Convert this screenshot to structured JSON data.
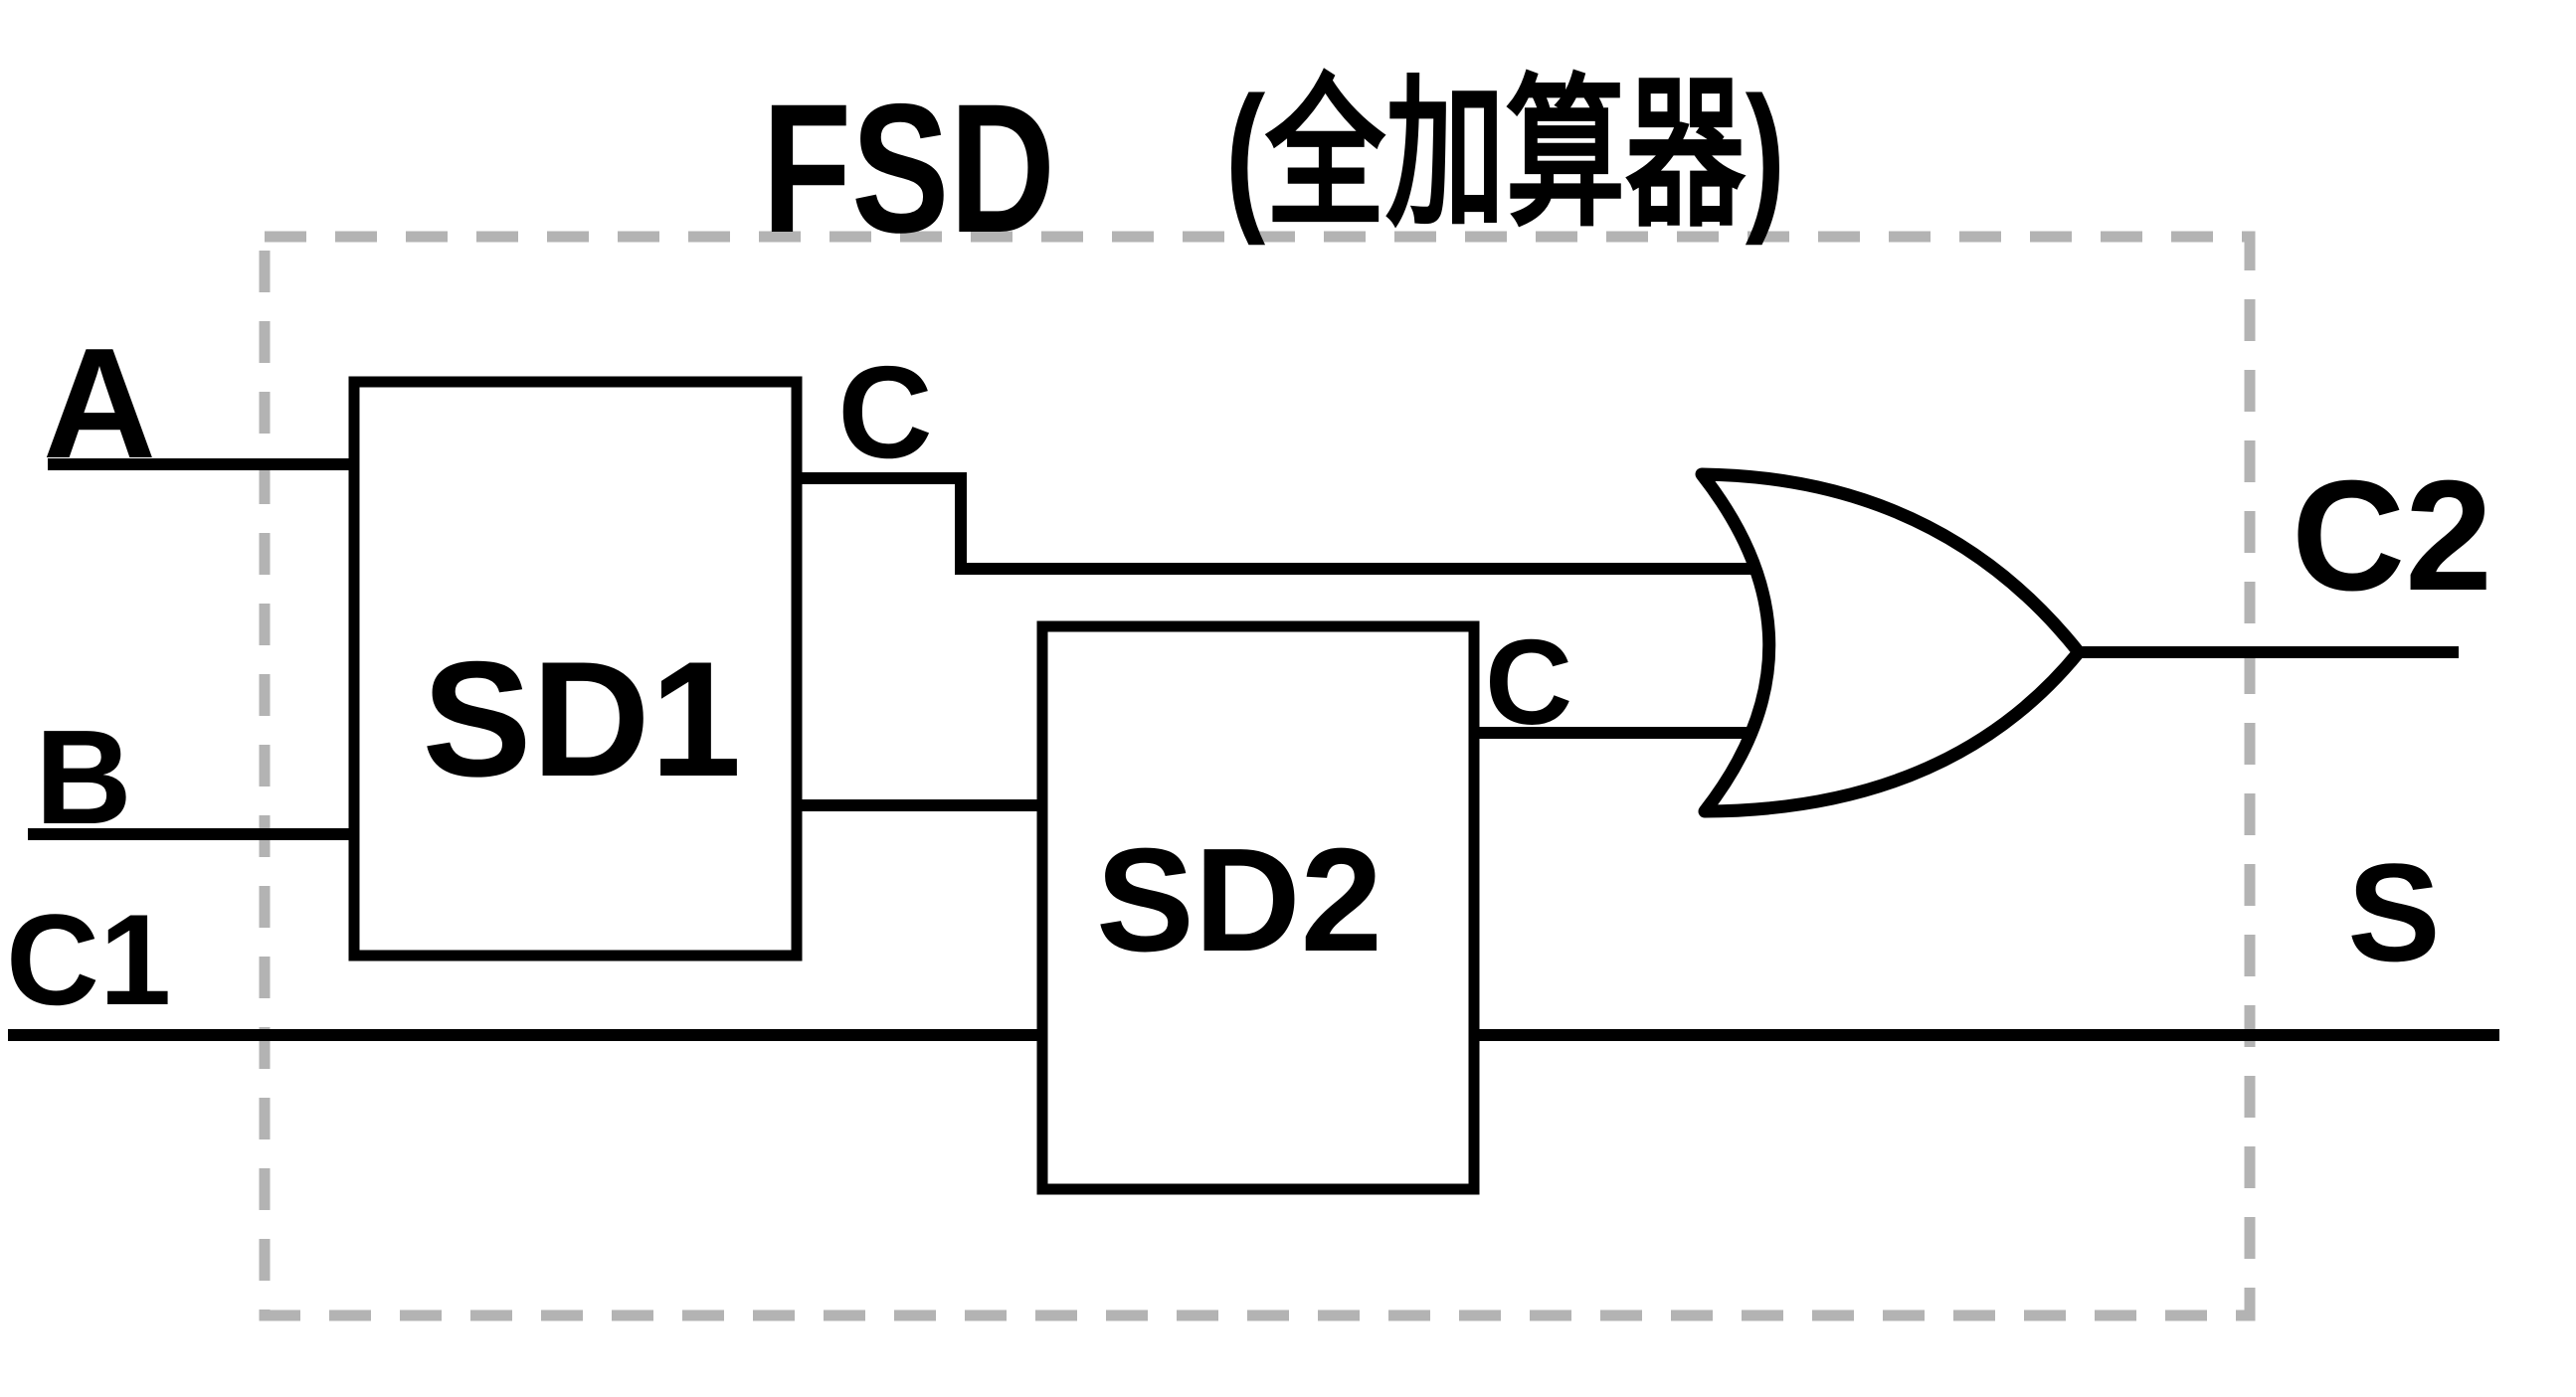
{
  "diagram": {
    "title": {
      "name": "FSD",
      "annotation": "(全加算器)"
    },
    "blocks": [
      {
        "label": "SD1"
      },
      {
        "label": "SD2"
      }
    ],
    "gate": {
      "type": "or-gate"
    },
    "inputs": [
      {
        "label": "A"
      },
      {
        "label": "B"
      },
      {
        "label": "C1"
      }
    ],
    "outputs": [
      {
        "label": "C2"
      },
      {
        "label": "S"
      }
    ],
    "carry_labels": [
      {
        "label": "C"
      },
      {
        "label": "C"
      }
    ]
  },
  "colors": {
    "line": "#000000",
    "dashed_border": "#b3b3b3",
    "background": "#ffffff",
    "block_fill": "#ffffff"
  }
}
